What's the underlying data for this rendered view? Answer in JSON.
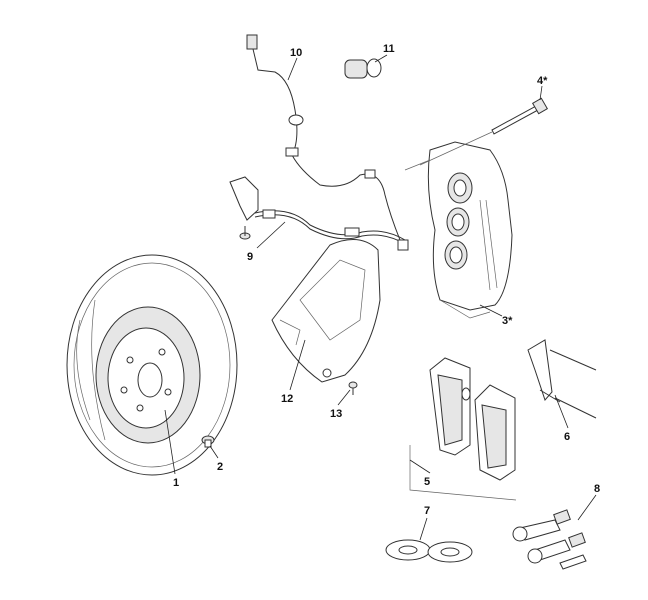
{
  "diagram": {
    "title": "Front brake assembly exploded view",
    "callouts": {
      "c1": "1",
      "c2": "2",
      "c3": "3*",
      "c4": "4*",
      "c5": "5",
      "c6": "6",
      "c7": "7",
      "c8": "8",
      "c9": "9",
      "c10": "10",
      "c11": "11",
      "c12": "12",
      "c13": "13"
    }
  }
}
